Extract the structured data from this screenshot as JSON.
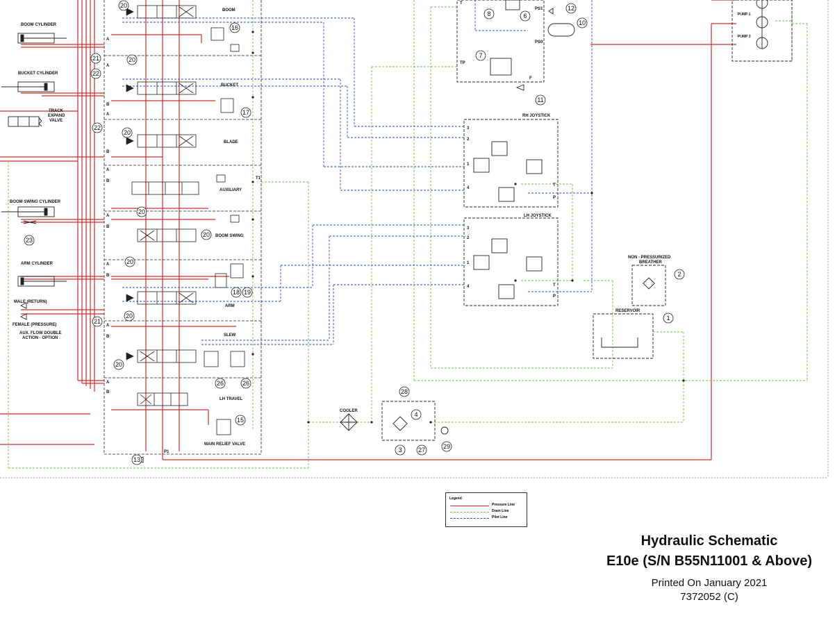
{
  "title": {
    "line1": "Hydraulic Schematic",
    "line2": "E10e (S/N B55N11001 & Above)",
    "printed": "Printed On January 2021",
    "part": "7372052 (C)"
  },
  "legend": {
    "title": "Legend",
    "items": [
      {
        "label": "Pressure Line",
        "color": "#d32a2a",
        "style": "solid"
      },
      {
        "label": "Drain Line",
        "color": "#6cbf4a",
        "style": "dashed"
      },
      {
        "label": "Pilot Line",
        "color": "#2a4fbf",
        "style": "dashed"
      }
    ]
  },
  "colors": {
    "pressure": "#d32a2a",
    "drain": "#6cbf4a",
    "pilot": "#2a4fbf",
    "outline": "#222222"
  },
  "labels": {
    "boom_cylinder": "BOOM CYLINDER",
    "bucket_cylinder": "BUCKET CYLINDER",
    "track_expand_1": "TRACK",
    "track_expand_2": "EXPAND",
    "track_expand_3": "VALVE",
    "boom_swing_cylinder": "BOOM SWING CYLINDER",
    "arm_cylinder": "ARM CYLINDER",
    "male_return": "MALE (RETURN)",
    "female_pressure": "FEMALE (PRESSURE)",
    "aux_flow_1": "AUX. FLOW DOUBLE",
    "aux_flow_2": "ACTION - OPTION",
    "boom": "BOOM",
    "bucket": "BUCKET",
    "blade": "BLADE",
    "auxiliary": "AUXILIARY",
    "boom_swing": "BOOM SWING",
    "arm": "ARM",
    "slew": "SLEW",
    "lh_travel": "LH TRAVEL",
    "main_relief_valve": "MAIN RELIEF VALVE",
    "cooler": "COOLER",
    "rh_joystick": "RH JOYSTICK",
    "lh_joystick": "LH JOYSTICK",
    "reservoir": "RESERVOIR",
    "breather_1": "NON - PRESSURIZED",
    "breather_2": "BREATHER",
    "pump1": "PUMP 1",
    "pump3": "PUMP 3",
    "port_a": "A",
    "port_b": "B",
    "port_t": "T",
    "port_p": "P",
    "port_tp": "TP",
    "port_ps1": "PS1",
    "port_ps0": "PS0",
    "port_t1": "T1",
    "port_p1": "P1",
    "port_f": "F",
    "j3": "3",
    "j2": "2",
    "j1": "1",
    "j4": "4"
  },
  "callouts": [
    "20",
    "16",
    "21",
    "20",
    "22",
    "17",
    "22",
    "20",
    "20",
    "20",
    "23",
    "20",
    "18",
    "19",
    "21",
    "20",
    "20",
    "26",
    "26",
    "15",
    "13",
    "8",
    "6",
    "12",
    "10",
    "7",
    "11",
    "2",
    "1",
    "28",
    "4",
    "3",
    "27",
    "29"
  ]
}
